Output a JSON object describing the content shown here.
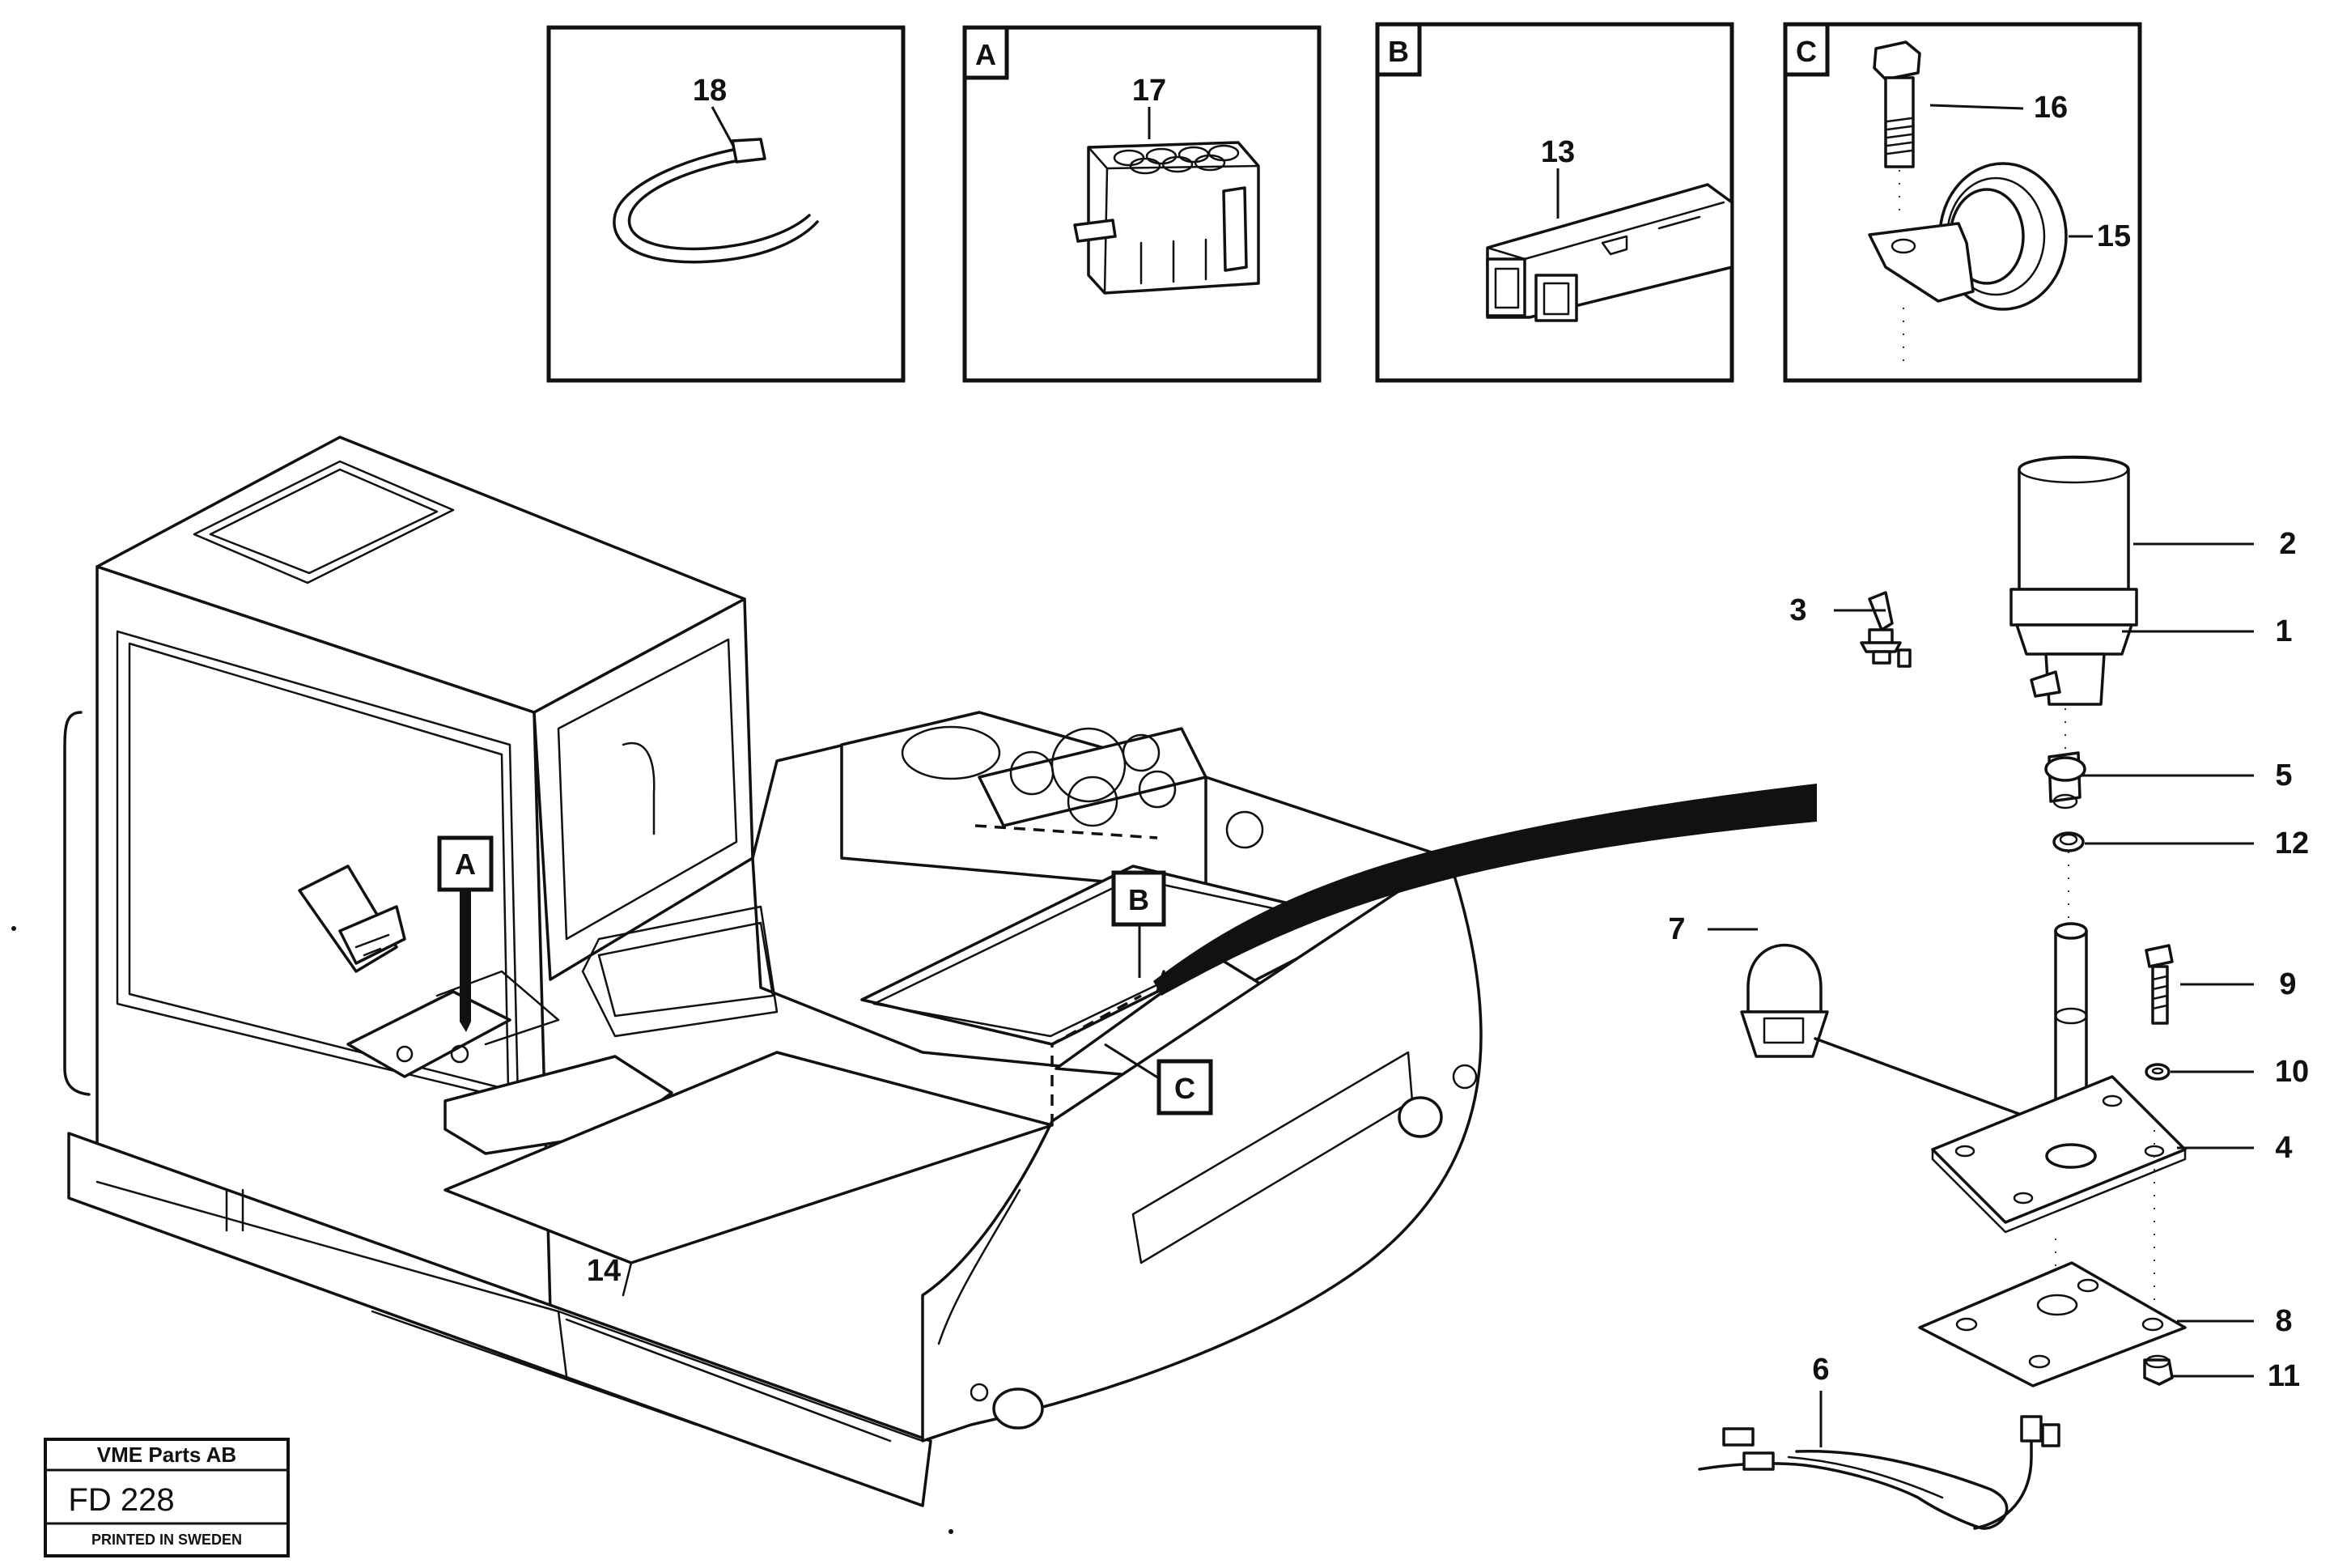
{
  "detail_views": {
    "view_18": {
      "part": "18"
    },
    "view_a": {
      "letter": "A",
      "part": "17"
    },
    "view_b": {
      "letter": "B",
      "part": "13"
    },
    "view_c": {
      "letter": "C",
      "parts": [
        "16",
        "15"
      ]
    }
  },
  "machine_tags": {
    "a": "A",
    "b": "B",
    "c": "C",
    "part_14": "14"
  },
  "callouts": {
    "p1": "1",
    "p2": "2",
    "p3": "3",
    "p4": "4",
    "p5": "5",
    "p6": "6",
    "p7": "7",
    "p8": "8",
    "p9": "9",
    "p10": "10",
    "p11": "11",
    "p12": "12"
  },
  "title_block": {
    "company": "VME Parts AB",
    "code": "FD 228",
    "printed": "PRINTED IN SWEDEN"
  }
}
